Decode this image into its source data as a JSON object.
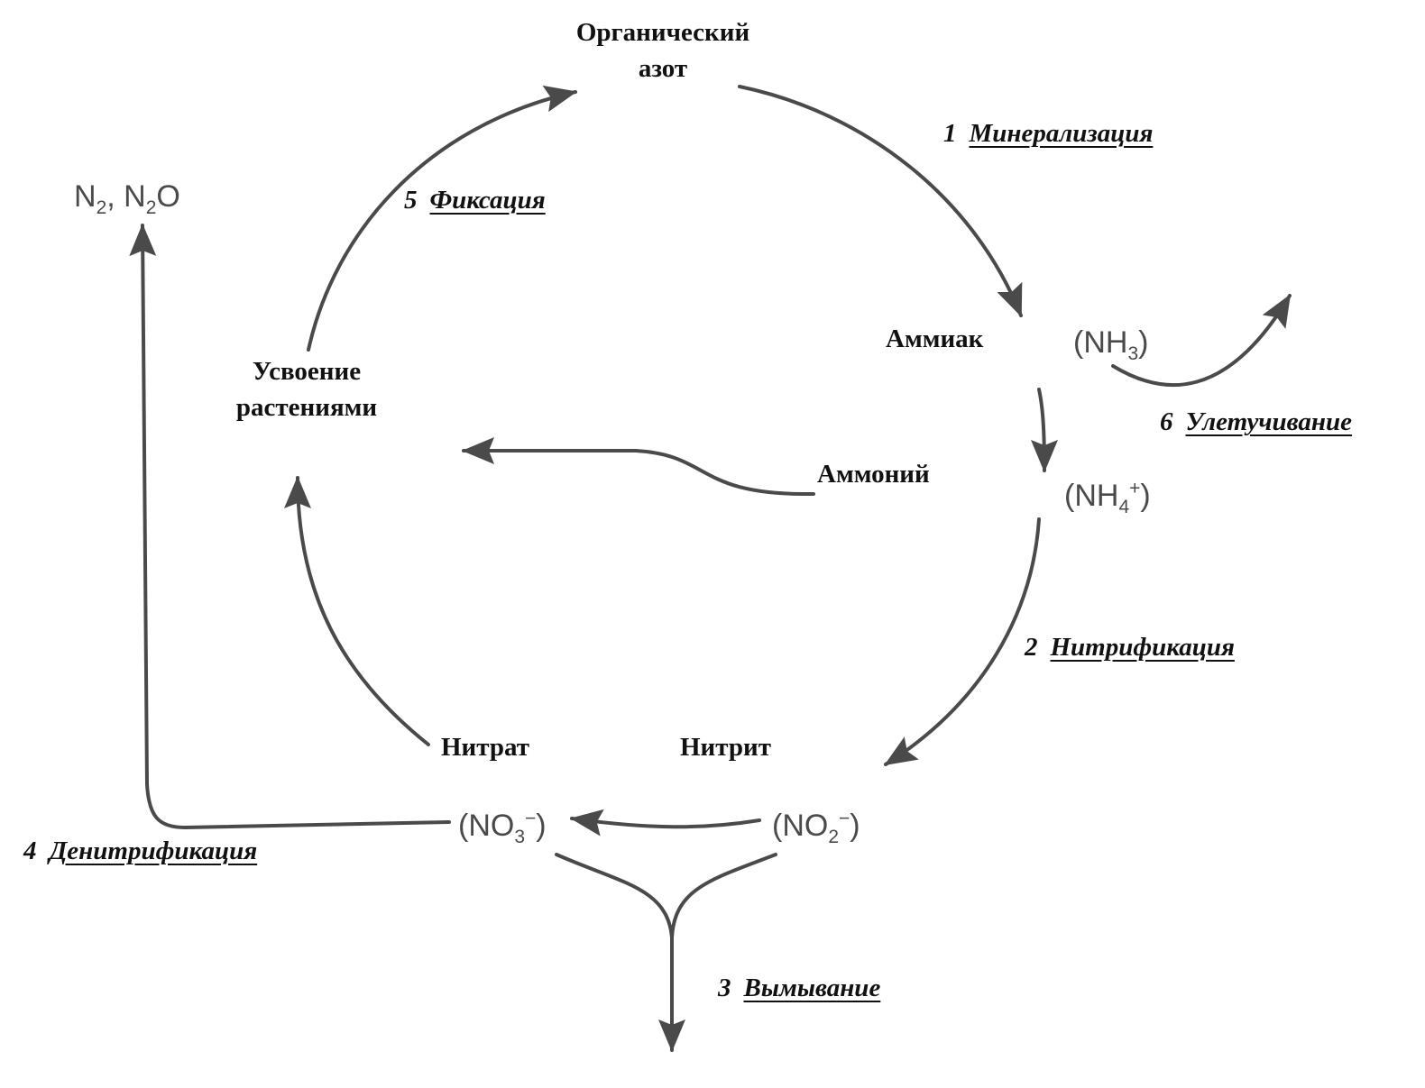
{
  "nodes": {
    "organic_line1": "Органический",
    "organic_line2": "азот",
    "ammonia": "Аммиак",
    "ammonium": "Аммоний",
    "plant_line1": "Усвоение",
    "plant_line2": "растениями",
    "nitrate": "Нитрат",
    "nitrite": "Нитрит"
  },
  "formulas": {
    "nh3": {
      "open": "(NH",
      "sub": "3",
      "close": ")"
    },
    "nh4": {
      "open": "(NH",
      "sub": "4",
      "sup": "+",
      "close": ")"
    },
    "no3": {
      "open": "(NO",
      "sub": "3",
      "sup": "−",
      "close": ")"
    },
    "no2": {
      "open": "(NO",
      "sub": "2",
      "sup": "−",
      "close": ")"
    },
    "n2_n2o": {
      "a": "N",
      "a_sub": "2",
      "sep": ", N",
      "b_sub": "2",
      "b": "O"
    }
  },
  "processes": {
    "p1": {
      "num": "1",
      "text": "Минерализация"
    },
    "p2": {
      "num": "2",
      "text": "Нитрификация"
    },
    "p3": {
      "num": "3",
      "text": "Вымывание"
    },
    "p4": {
      "num": "4",
      "text": "Денитрификация"
    },
    "p5": {
      "num": "5",
      "text": "Фиксация"
    },
    "p6": {
      "num": "6",
      "text": "Улетучивание"
    }
  },
  "colors": {
    "arrow": "#4a4a4a",
    "label": "#111111",
    "formula": "#4a4a4a"
  }
}
